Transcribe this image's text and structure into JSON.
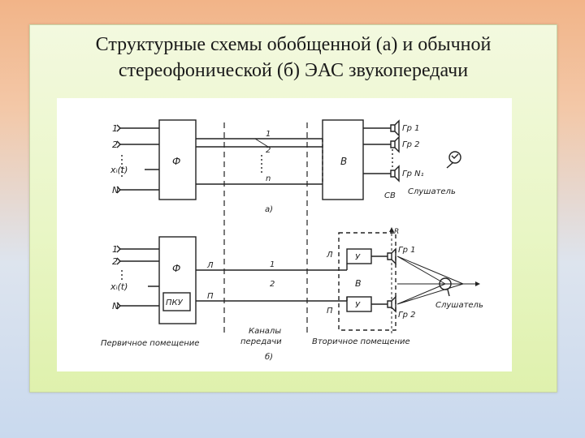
{
  "title": {
    "line1": "Структурные схемы обобщенной (а) и обычной",
    "line2": "стереофонической (б) ЭАС звукопередачи"
  },
  "diagram": {
    "a": {
      "inputs": [
        "1",
        "2",
        "xᵢ(t)",
        "N"
      ],
      "block_left": "Ф",
      "channels": [
        "1",
        "2",
        "n"
      ],
      "block_right": "В",
      "speakers": [
        "Гр 1",
        "Гр 2",
        "Гр N₁"
      ],
      "listener": "Слушатель",
      "sv": "СВ",
      "caption": "а)"
    },
    "b": {
      "inputs": [
        "1",
        "2",
        "xᵢ(t)",
        "N"
      ],
      "block_left": "Ф",
      "pku": "ПКУ",
      "left_out_labels": [
        "Л",
        "П"
      ],
      "channels": [
        "1",
        "2"
      ],
      "right_in_labels": [
        "Л",
        "П"
      ],
      "amplifiers": [
        "У",
        "У"
      ],
      "block_b": "В",
      "speakers": [
        "Гр 1",
        "Гр 2"
      ],
      "listener": "Слушатель",
      "axis_label": "R",
      "caption": "б)"
    },
    "sections": {
      "primary": "Первичное помещение",
      "channels": [
        "Каналы",
        "передачи"
      ],
      "secondary": "Вторичное помещение"
    }
  }
}
